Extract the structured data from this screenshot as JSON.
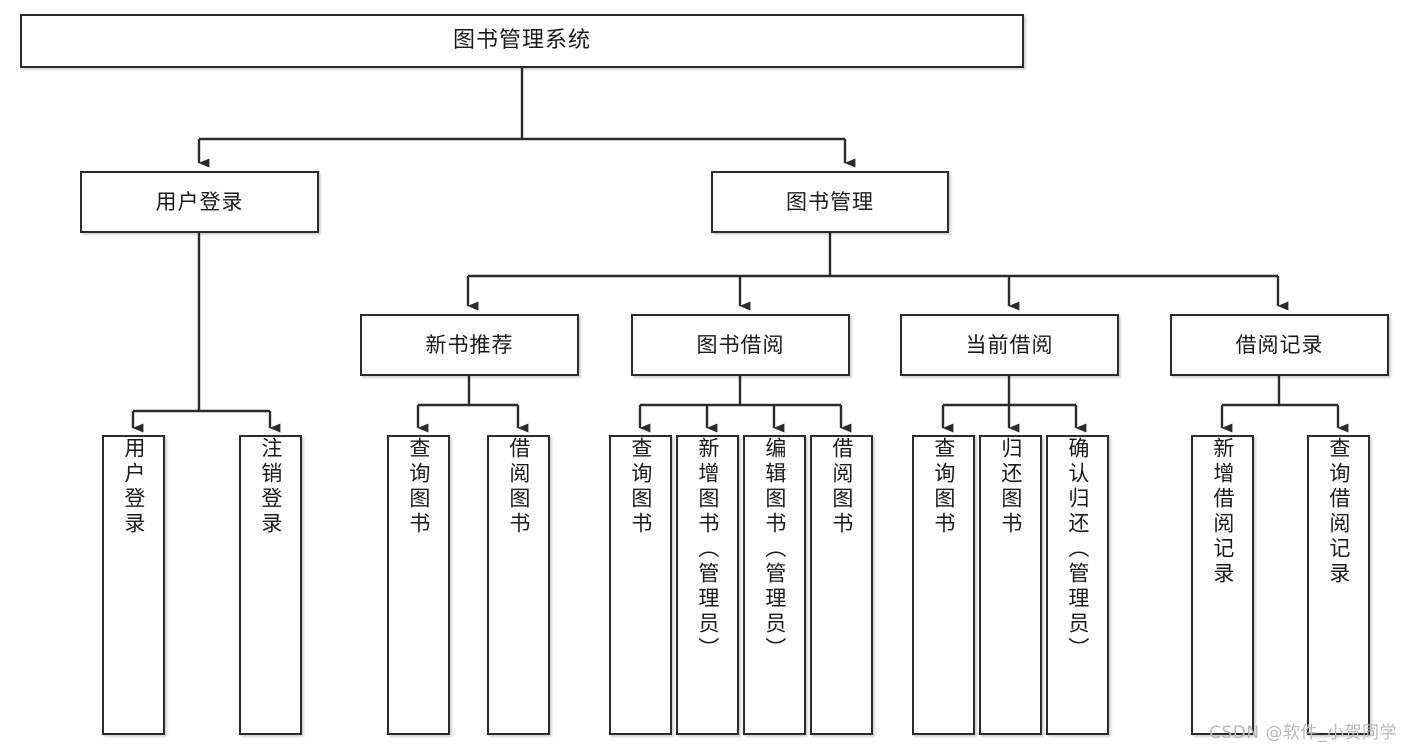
{
  "diagram": {
    "type": "tree",
    "title": "图书管理系统",
    "watermark": "CSDN @软件_小贺同学",
    "levels": {
      "root": {
        "label": "图书管理系统"
      },
      "level1": [
        {
          "id": "user-login",
          "label": "用户登录"
        },
        {
          "id": "book-management",
          "label": "图书管理"
        }
      ],
      "level2": [
        {
          "id": "new-book-recommend",
          "label": "新书推荐",
          "parent": "book-management"
        },
        {
          "id": "book-borrow",
          "label": "图书借阅",
          "parent": "book-management"
        },
        {
          "id": "current-borrow",
          "label": "当前借阅",
          "parent": "book-management"
        },
        {
          "id": "borrow-record",
          "label": "借阅记录",
          "parent": "book-management"
        }
      ],
      "leaves": [
        {
          "id": "leaf-user-login",
          "label": "用户登录",
          "parent": "user-login"
        },
        {
          "id": "leaf-logout",
          "label": "注销登录",
          "parent": "user-login"
        },
        {
          "id": "leaf-query-book-1",
          "label": "查询图书",
          "parent": "new-book-recommend"
        },
        {
          "id": "leaf-borrow-book-1",
          "label": "借阅图书",
          "parent": "new-book-recommend"
        },
        {
          "id": "leaf-query-book-2",
          "label": "查询图书",
          "parent": "book-borrow"
        },
        {
          "id": "leaf-add-book",
          "label": "新增图书（管理员）",
          "parent": "book-borrow"
        },
        {
          "id": "leaf-edit-book",
          "label": "编辑图书（管理员）",
          "parent": "book-borrow"
        },
        {
          "id": "leaf-borrow-book-2",
          "label": "借阅图书",
          "parent": "book-borrow"
        },
        {
          "id": "leaf-query-book-3",
          "label": "查询图书",
          "parent": "current-borrow"
        },
        {
          "id": "leaf-return-book",
          "label": "归还图书",
          "parent": "current-borrow"
        },
        {
          "id": "leaf-confirm-return",
          "label": "确认归还（管理员）",
          "parent": "current-borrow"
        },
        {
          "id": "leaf-add-record",
          "label": "新增借阅记录",
          "parent": "borrow-record"
        },
        {
          "id": "leaf-query-record",
          "label": "查询借阅记录",
          "parent": "borrow-record"
        }
      ]
    },
    "colors": {
      "stroke": "#2b2b2b",
      "fill": "#ffffff",
      "text": "#1a1a1a",
      "watermark": "#b9b9b9"
    }
  }
}
